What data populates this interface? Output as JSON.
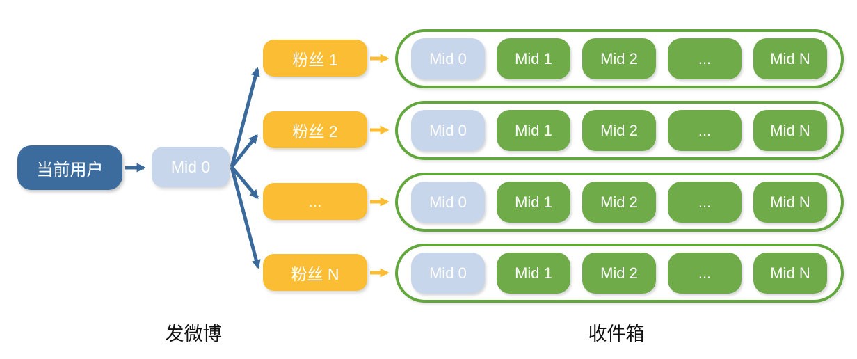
{
  "diagram": {
    "title_implied": "",
    "nodes": {
      "current_user": "当前用户",
      "source_mid": "Mid 0"
    },
    "fans": [
      "粉丝 1",
      "粉丝 2",
      "...",
      "粉丝 N"
    ],
    "inbox_rows": [
      {
        "pills": [
          {
            "label": "Mid 0",
            "variant": "source"
          },
          {
            "label": "Mid 1",
            "variant": "message"
          },
          {
            "label": "Mid 2",
            "variant": "message"
          },
          {
            "label": "...",
            "variant": "message"
          },
          {
            "label": "Mid N",
            "variant": "message"
          }
        ]
      },
      {
        "pills": [
          {
            "label": "Mid 0",
            "variant": "source"
          },
          {
            "label": "Mid 1",
            "variant": "message"
          },
          {
            "label": "Mid 2",
            "variant": "message"
          },
          {
            "label": "...",
            "variant": "message"
          },
          {
            "label": "Mid N",
            "variant": "message"
          }
        ]
      },
      {
        "pills": [
          {
            "label": "Mid 0",
            "variant": "source"
          },
          {
            "label": "Mid 1",
            "variant": "message"
          },
          {
            "label": "Mid 2",
            "variant": "message"
          },
          {
            "label": "...",
            "variant": "message"
          },
          {
            "label": "Mid N",
            "variant": "message"
          }
        ]
      },
      {
        "pills": [
          {
            "label": "Mid 0",
            "variant": "source"
          },
          {
            "label": "Mid 1",
            "variant": "message"
          },
          {
            "label": "Mid 2",
            "variant": "message"
          },
          {
            "label": "...",
            "variant": "message"
          },
          {
            "label": "Mid N",
            "variant": "message"
          }
        ]
      }
    ],
    "captions": {
      "post": "发微博",
      "inbox": "收件箱"
    },
    "colors": {
      "current_user_fill": "#3C6C9E",
      "mid_source_fill": "#C8D6EB",
      "fan_fill": "#FABD33",
      "message_fill": "#6FAC49",
      "inbox_border": "#61A73C",
      "arrow_blue": "#3A699C",
      "arrow_yellow": "#FABD33",
      "node_text": "#FFFFFF",
      "caption_text": "#111111"
    }
  }
}
